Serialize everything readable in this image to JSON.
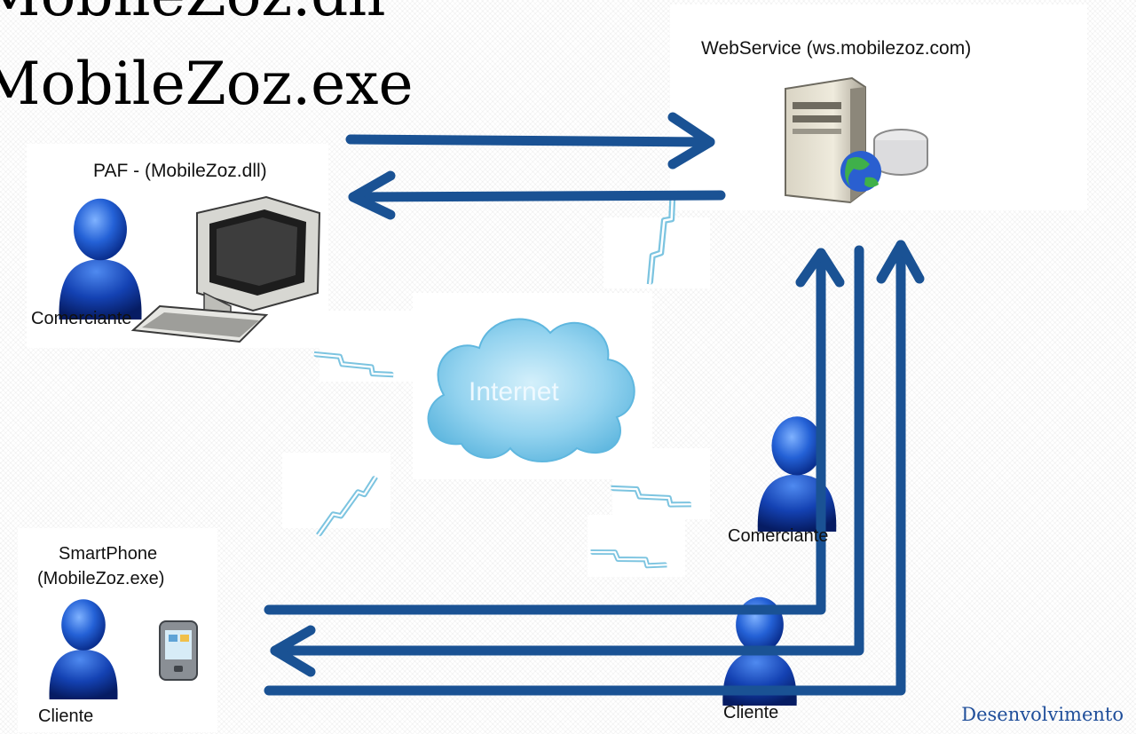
{
  "slide": {
    "title_line_1": "MobileZoz.dll",
    "title_line_2": "MobileZoz.exe",
    "footer": "Desenvolvimento"
  },
  "nodes": {
    "webservice_label": "WebService (ws.mobilezoz.com)",
    "paf_label": "PAF - (MobileZoz.dll)",
    "comerciante_left_label": "Comerciante",
    "internet_label": "Internet",
    "smartphone_label_line_1": "SmartPhone",
    "smartphone_label_line_2": "(MobileZoz.exe)",
    "cliente_left_label": "Cliente",
    "comerciante_right_label": "Comerciante",
    "cliente_right_label": "Cliente"
  },
  "colors": {
    "arrow": "#1a5294",
    "user_head": "#1f5cc8",
    "user_body": "#0a2f8f",
    "cloud": "#8fd0ee",
    "lightning": "#7cc4e0",
    "footer": "#1f4e9a"
  },
  "icons": [
    "user-icon",
    "desktop-computer-icon",
    "server-icon",
    "cloud-icon",
    "smartphone-icon",
    "lightning-icon"
  ]
}
